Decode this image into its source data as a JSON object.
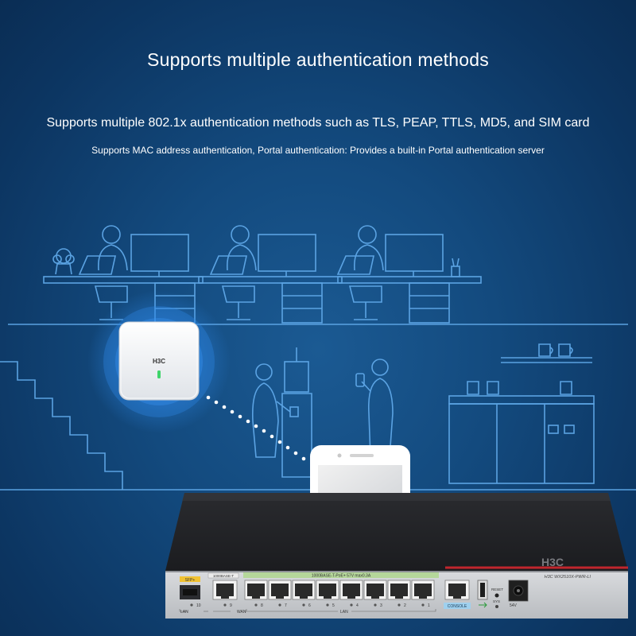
{
  "headline": "Supports multiple authentication methods",
  "features": [
    "Supports multiple 802.1x authentication methods such as TLS, PEAP, TTLS, MD5, and SIM card",
    "Supports MAC address authentication, Portal authentication: Provides a built-in Portal authentication server"
  ],
  "access_point": {
    "brand": "H3C",
    "led_color": "#3fd46a"
  },
  "device": {
    "brand_logo": "H3C",
    "model_label": "H3C  WX2510X-PWR-LI",
    "sfp_label": "SFP+",
    "uplink_label": "1000BASE-T",
    "poe_label": "1000BASE-T-PoE+ 57V max0.3A",
    "lan_label": "LAN",
    "wan_label": "WAN",
    "console_label": "CONSOLE",
    "reset_label": "RESET",
    "sys_label": "SYS",
    "power_label": "54V",
    "port_numbers": [
      "10",
      "9",
      "8",
      "7",
      "6",
      "5",
      "4",
      "3",
      "2",
      "1"
    ]
  },
  "colors": {
    "background": "#134a7e",
    "line_art": "#5fa8e8",
    "glow": "#2f8df0",
    "accent_red": "#c0262d",
    "poe_strip": "#b5d79a",
    "console_strip": "#9fd0ee",
    "sfp_strip": "#f1c232"
  }
}
